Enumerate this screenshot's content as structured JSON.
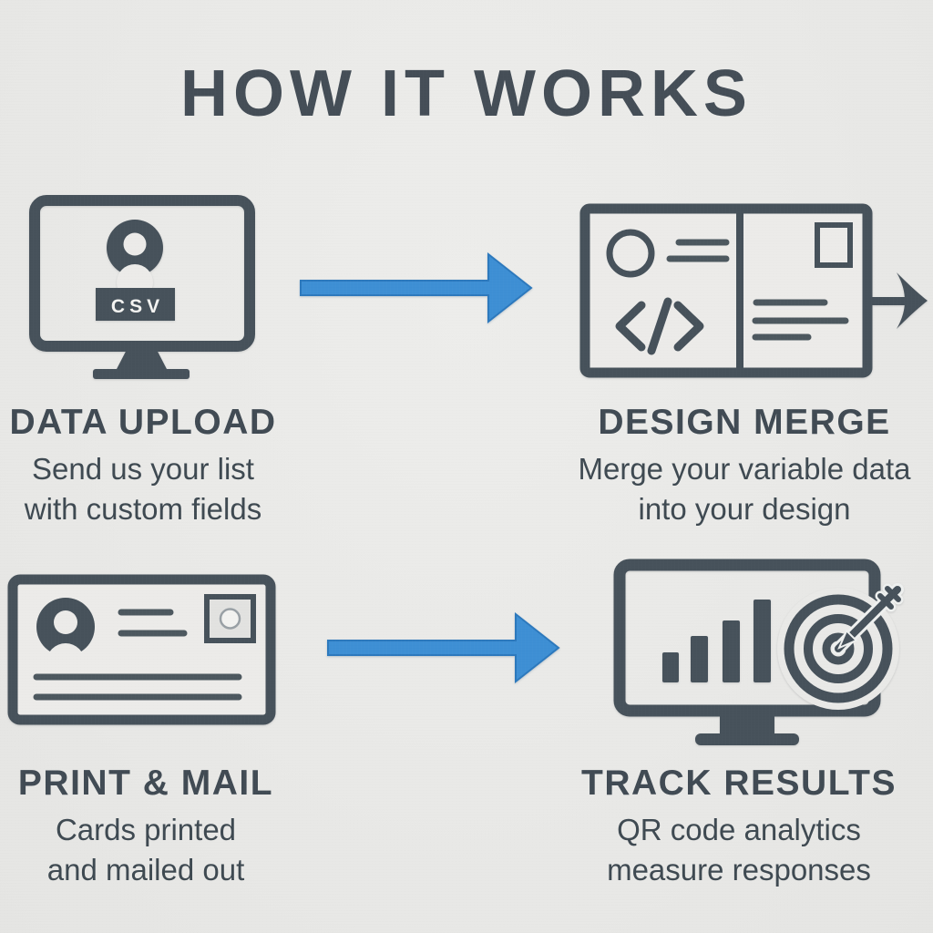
{
  "title": "HOW IT WORKS",
  "steps": [
    {
      "heading": "DATA UPLOAD",
      "line1": "Send us your list",
      "line2": "with custom fields",
      "badge": "CSV",
      "icon": "monitor-csv-upload-icon"
    },
    {
      "heading": "DESIGN MERGE",
      "line1": "Merge your variable data",
      "line2": "into your design",
      "icon": "postcard-code-merge-icon"
    },
    {
      "heading": "PRINT & MAIL",
      "line1": "Cards printed",
      "line2": "and mailed out",
      "icon": "postcard-address-stamp-icon"
    },
    {
      "heading": "TRACK RESULTS",
      "line1": "QR code analytics",
      "line2": "measure responses",
      "icon": "monitor-chart-target-icon"
    }
  ],
  "icons": {
    "flow_arrow": "blue-right-arrow-icon",
    "merge_output_arrow": "small-dark-right-arrow-icon",
    "user": "user-avatar-icon",
    "code": "code-brackets-icon",
    "stamp": "postage-stamp-icon",
    "bar_chart": "bar-chart-icon",
    "target": "bullseye-target-dart-icon"
  },
  "colors": {
    "ink": "#47525b",
    "text": "#414b54",
    "blue": "#3e8fd4",
    "blue_edge": "#2d79bd",
    "background": "#eaeae8"
  }
}
